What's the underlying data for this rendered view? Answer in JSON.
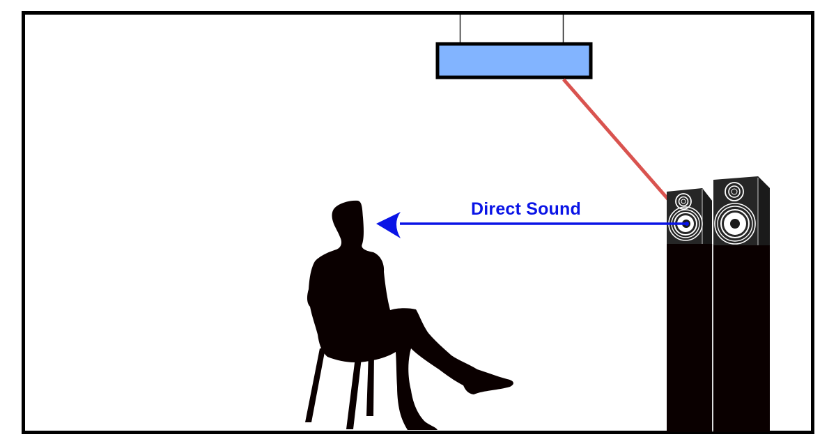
{
  "diagram": {
    "title": "Direct Sound",
    "labels": {
      "direct_sound": "Direct Sound"
    },
    "elements": {
      "room": "room-outline",
      "ceiling_panel": "ceiling-acoustic-panel",
      "listener": "seated-person-silhouette",
      "speakers": [
        "floor-standing-speaker-left",
        "floor-standing-speaker-right"
      ],
      "direct_path": "direct-sound-arrow",
      "reflection_path": "ceiling-reflection-line"
    },
    "colors": {
      "room_border": "#000000",
      "panel_fill": "#82b4ff",
      "panel_border": "#000000",
      "direct_arrow": "#0a14e6",
      "reflection_line": "#d9534f",
      "speaker_body": "#1e1e1e",
      "speaker_stand": "#0a0000",
      "silhouette": "#0a0000"
    }
  }
}
